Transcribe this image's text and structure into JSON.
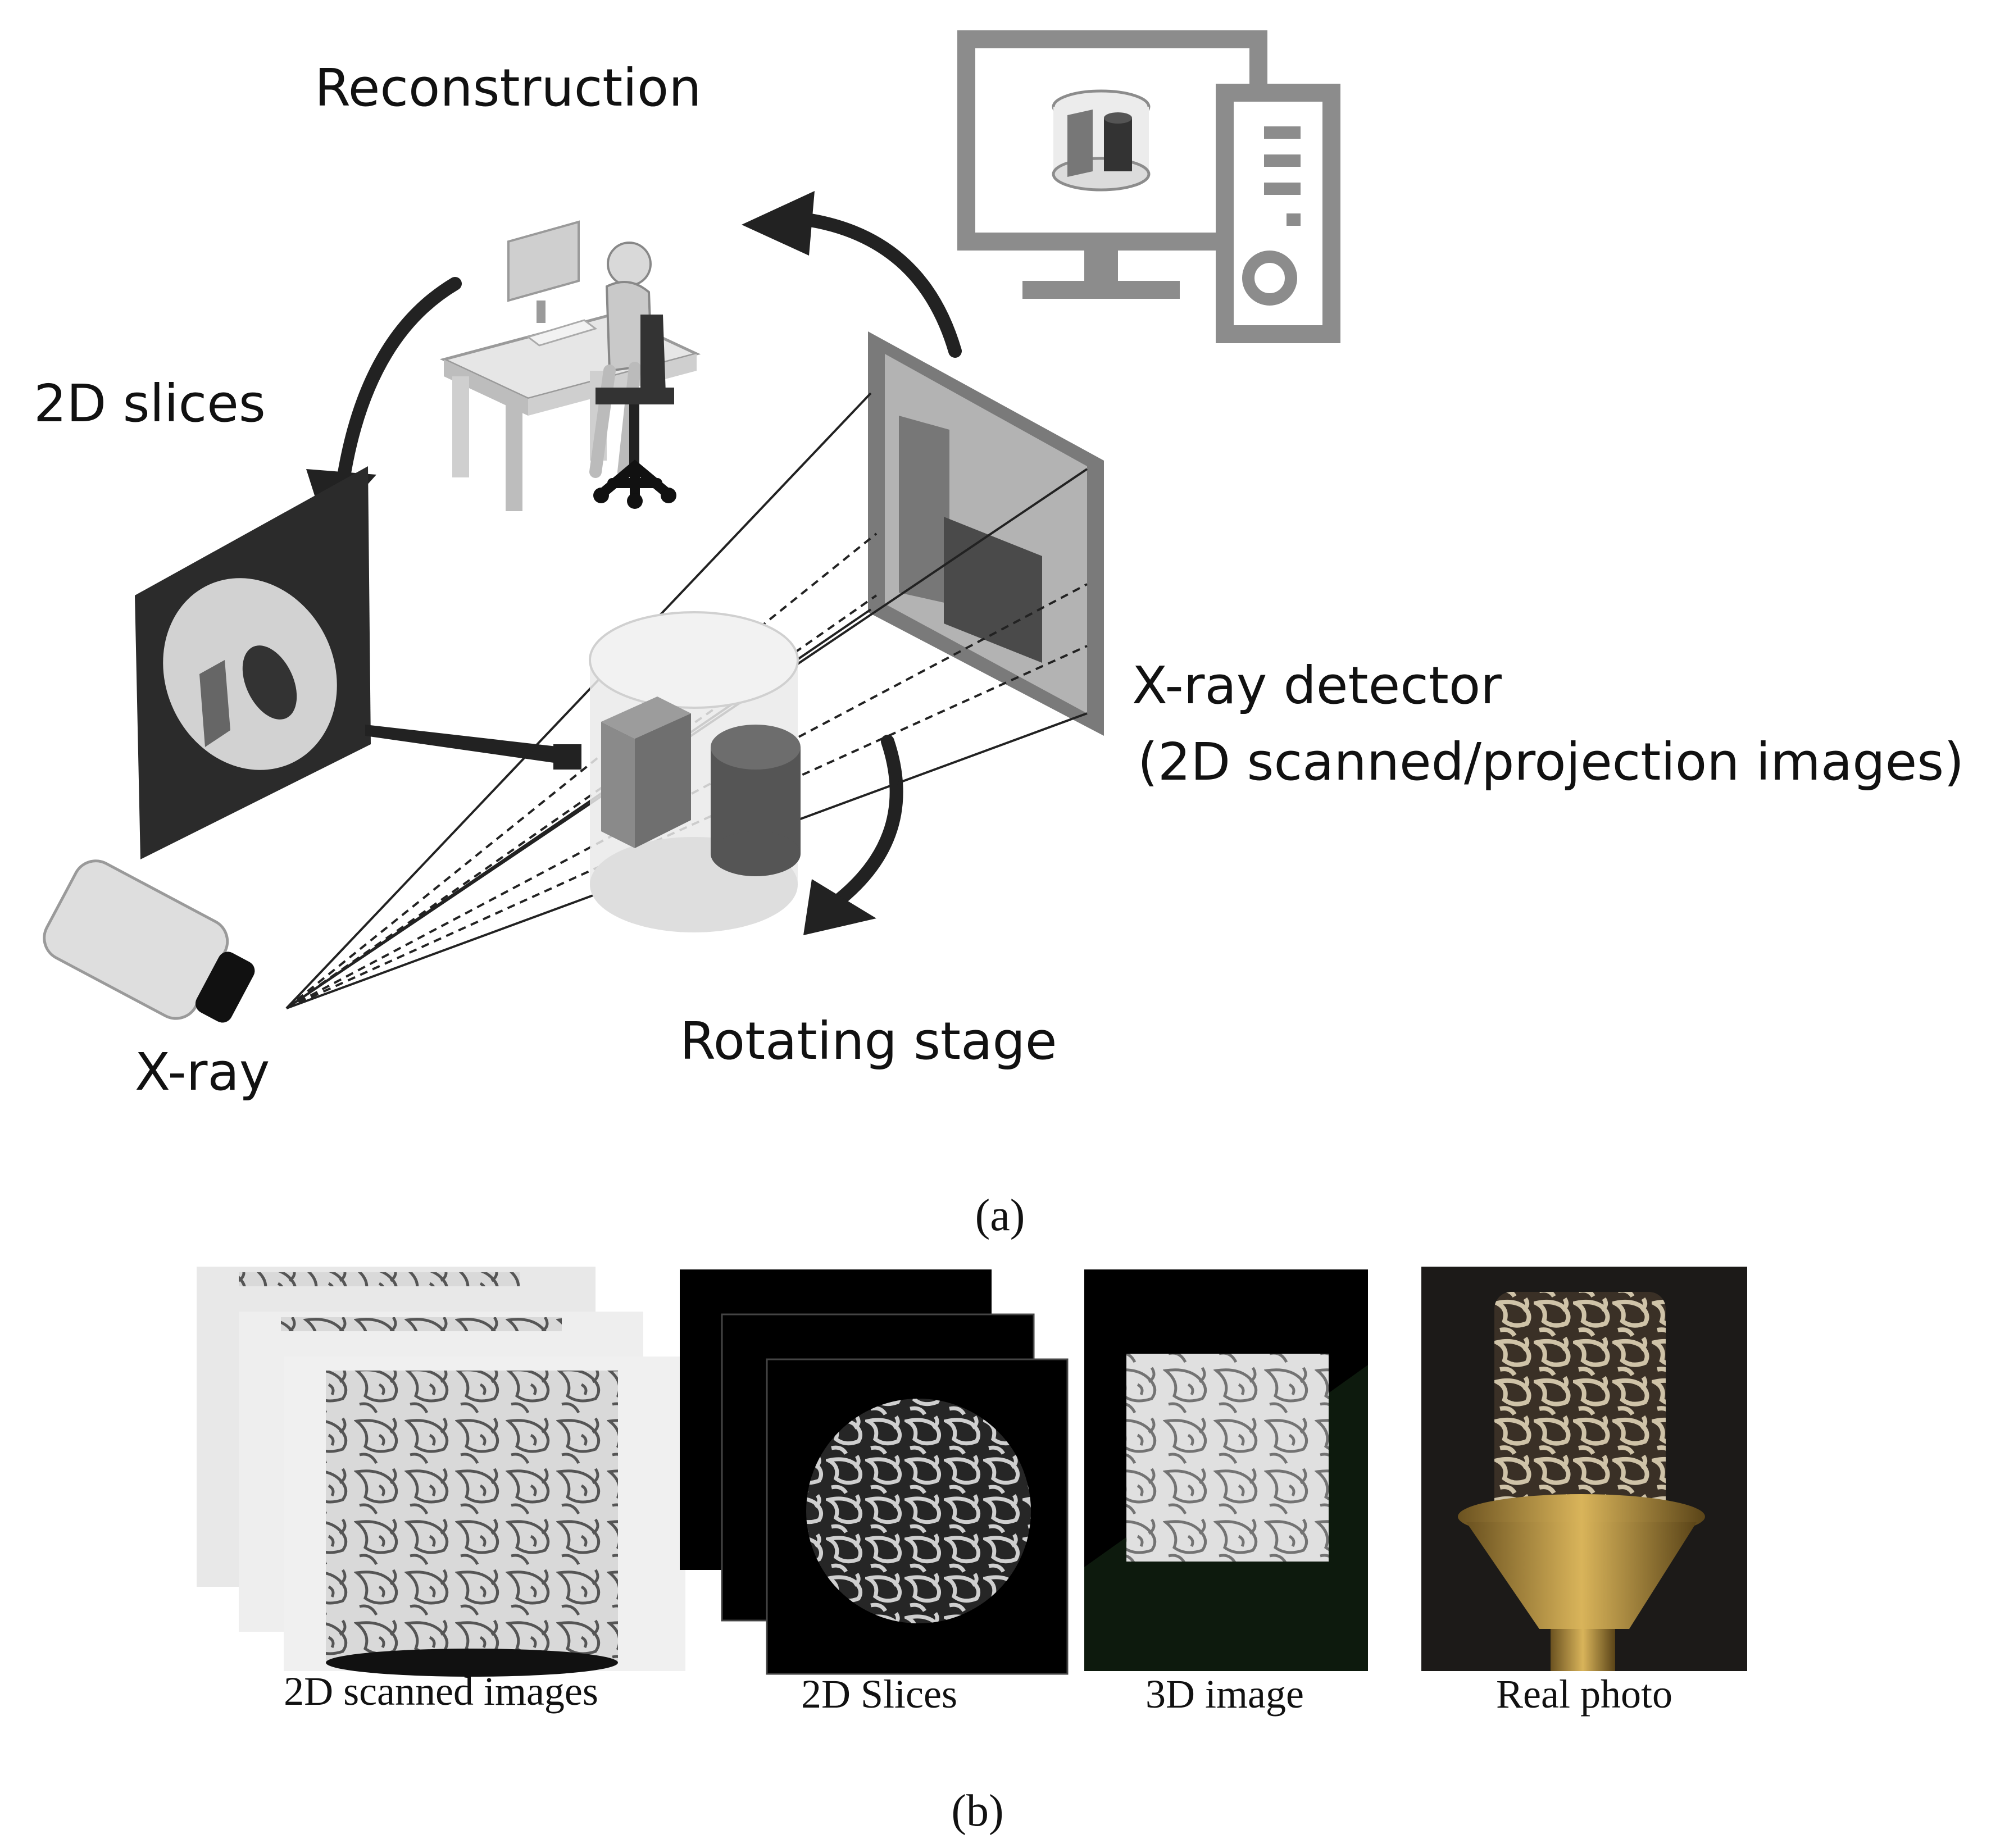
{
  "figure_a": {
    "labels": {
      "reconstruction": "Reconstruction",
      "slices": "2D slices",
      "detector_line1": "X-ray detector",
      "detector_line2": "(2D scanned/projection images)",
      "rotating_stage": "Rotating stage",
      "xray": "X-ray"
    },
    "caption": "(a)"
  },
  "figure_b": {
    "panels": [
      {
        "caption": "2D scanned images"
      },
      {
        "caption": "2D Slices"
      },
      {
        "caption": "3D image"
      },
      {
        "caption": "Real photo"
      }
    ],
    "caption": "(b)"
  }
}
